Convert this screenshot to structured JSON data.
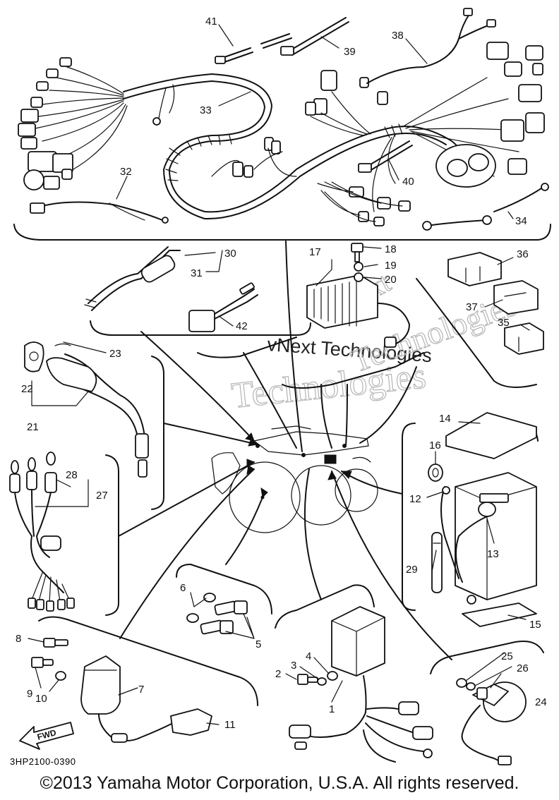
{
  "diagram": {
    "code": "3HP2100-0390",
    "copyright": "©2013 Yamaha Motor Corporation, U.S.A. All rights reserved.",
    "watermark": {
      "line1": "vNext Technologies",
      "line2": "Technologies",
      "arc": "vNext"
    },
    "fwd_label": "FWD"
  },
  "callouts": {
    "c1": "1",
    "c2": "2",
    "c3": "3",
    "c4": "4",
    "c5": "5",
    "c6": "6",
    "c7": "7",
    "c8": "8",
    "c9": "9",
    "c10": "10",
    "c11": "11",
    "c12": "12",
    "c13": "13",
    "c14": "14",
    "c15": "15",
    "c16": "16",
    "c17": "17",
    "c18": "18",
    "c19": "19",
    "c20": "20",
    "c21": "21",
    "c22": "22",
    "c23": "23",
    "c24": "24",
    "c25": "25",
    "c26": "26",
    "c27": "27",
    "c28": "28",
    "c29": "29",
    "c30": "30",
    "c31": "31",
    "c32": "32",
    "c33": "33",
    "c34": "34",
    "c35": "35",
    "c36": "36",
    "c37": "37",
    "c38": "38",
    "c39": "39",
    "c40": "40",
    "c41": "41",
    "c42": "42"
  }
}
